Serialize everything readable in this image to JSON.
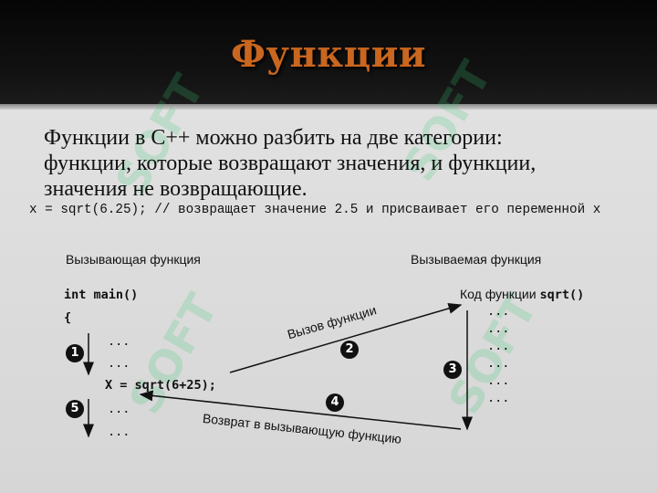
{
  "title": "Функции",
  "paragraph": [
    "Функции в C++ можно разбить на две категории:",
    "функции, которые возвращают значения, и функции,",
    "значения не возвращающие."
  ],
  "code_line": "x = sqrt(6.25); // возвращает значение 2.5 и присваивает его переменной x",
  "diagram": {
    "caller_header": "Вызывающая функция",
    "callee_header": "Вызываемая функция",
    "main_signature": "int main()",
    "open_brace": "{",
    "left_lines": [
      "...",
      "...",
      "X = sqrt(6+25);",
      "...",
      "..."
    ],
    "callee_code_label": "Код функции",
    "callee_code_func": "sqrt()",
    "right_lines": [
      "...",
      "...",
      "...",
      "...",
      "...",
      "..."
    ],
    "call_label": "Вызов функции",
    "return_label": "Возврат в вызывающую функцию",
    "steps": [
      "1",
      "2",
      "3",
      "4",
      "5"
    ]
  },
  "watermark": "SOFT",
  "colors": {
    "title": "#c9661f",
    "title_bg": "#0a0a0a",
    "slide_bg": "#dedede",
    "watermark": "#3cc878"
  }
}
